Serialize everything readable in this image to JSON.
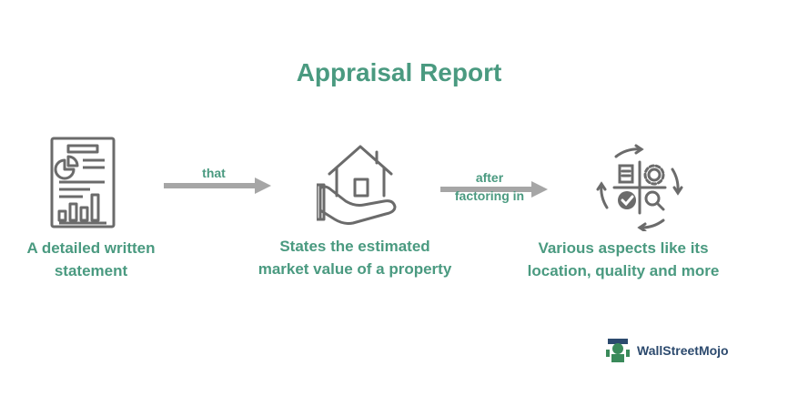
{
  "title": "Appraisal Report",
  "steps": [
    {
      "caption_line1": "A detailed written",
      "caption_line2": "statement",
      "icon": "report-document-icon"
    },
    {
      "caption_line1": "States the estimated",
      "caption_line2": "market value of a property",
      "icon": "house-in-hand-icon"
    },
    {
      "caption_line1": "Various aspects like its",
      "caption_line2": "location, quality and more",
      "icon": "aspects-cycle-icon"
    }
  ],
  "connectors": [
    {
      "label_line1": "that"
    },
    {
      "label_line1": "after",
      "label_line2": "factoring in"
    }
  ],
  "brand": {
    "name": "WallStreetMojo"
  },
  "colors": {
    "accent": "#4a9a80",
    "icon": "#6b6b6b",
    "arrow": "#a6a6a6"
  }
}
